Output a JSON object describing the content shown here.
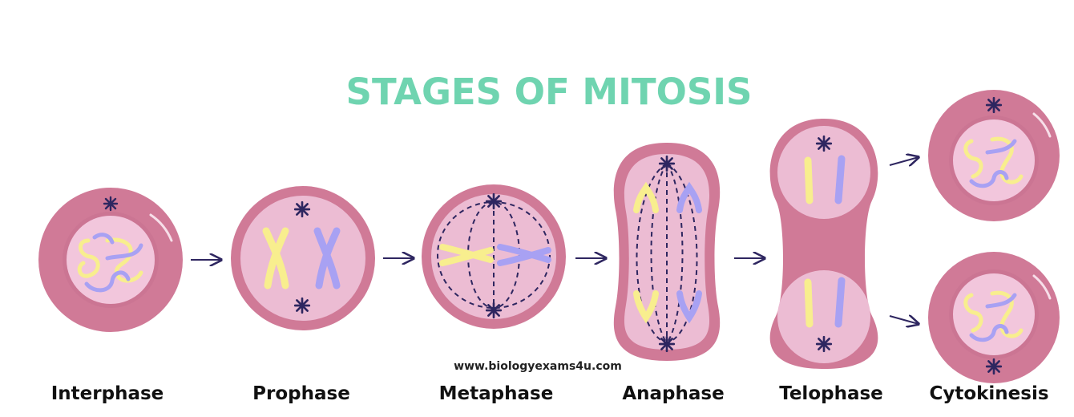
{
  "title": "STAGES OF MITOSIS",
  "watermark": "www.biologyexams4u.com",
  "stages": [
    {
      "id": "interphase",
      "label": "Interphase"
    },
    {
      "id": "prophase",
      "label": "Prophase"
    },
    {
      "id": "metaphase",
      "label": "Metaphase"
    },
    {
      "id": "anaphase",
      "label": "Anaphase"
    },
    {
      "id": "telophase",
      "label": "Telophase"
    },
    {
      "id": "cytokinesis",
      "label": "Cytokinesis"
    }
  ],
  "colors": {
    "title": "#6fd4b0",
    "cell_outer": "#d07a97",
    "cell_inner": "#ecbcd3",
    "nucleus": "#f2c6dc",
    "nucleus_ring": "#c7718f",
    "chromosome_yellow": "#f8ee8e",
    "chromosome_purple": "#a8a1f3",
    "centrosome": "#2e2660",
    "arrow": "#2e2660",
    "spindle": "#2e2660",
    "label": "#111111"
  }
}
